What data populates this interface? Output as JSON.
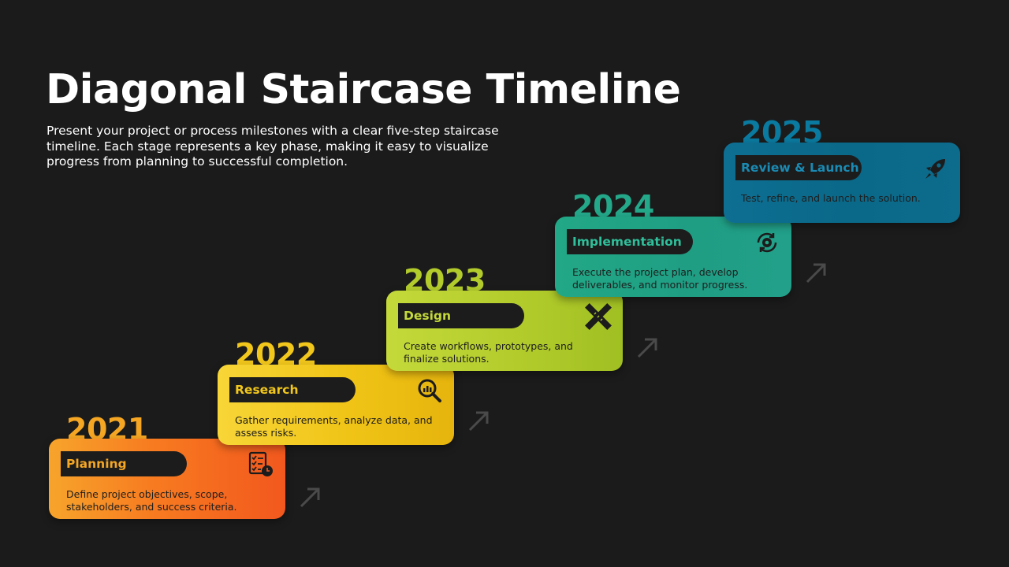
{
  "header": {
    "title": "Diagonal Staircase Timeline",
    "subtitle": "Present your project or process milestones with a clear five-step staircase timeline. Each stage represents a key phase, making it easy to visualize progress from planning to successful completion."
  },
  "steps": [
    {
      "year": "2021",
      "label": "Planning",
      "description": "Define project objectives, scope, stakeholders, and success criteria.",
      "color": "#f5a623",
      "icon": "checklist-clock-icon"
    },
    {
      "year": "2022",
      "label": "Research",
      "description": "Gather requirements, analyze data, and assess risks.",
      "color": "#f2c71c",
      "icon": "magnifier-chart-icon"
    },
    {
      "year": "2023",
      "label": "Design",
      "description": "Create workflows, prototypes, and finalize solutions.",
      "color": "#b3cc2c",
      "icon": "pencil-ruler-icon"
    },
    {
      "year": "2024",
      "label": "Implementation",
      "description": "Execute the project plan, develop deliverables, and monitor progress.",
      "color": "#24a88a",
      "icon": "gear-cycle-icon"
    },
    {
      "year": "2025",
      "label": "Review & Launch",
      "description": "Test, refine, and launch the solution.",
      "color": "#0a7aa0",
      "icon": "rocket-icon"
    }
  ]
}
